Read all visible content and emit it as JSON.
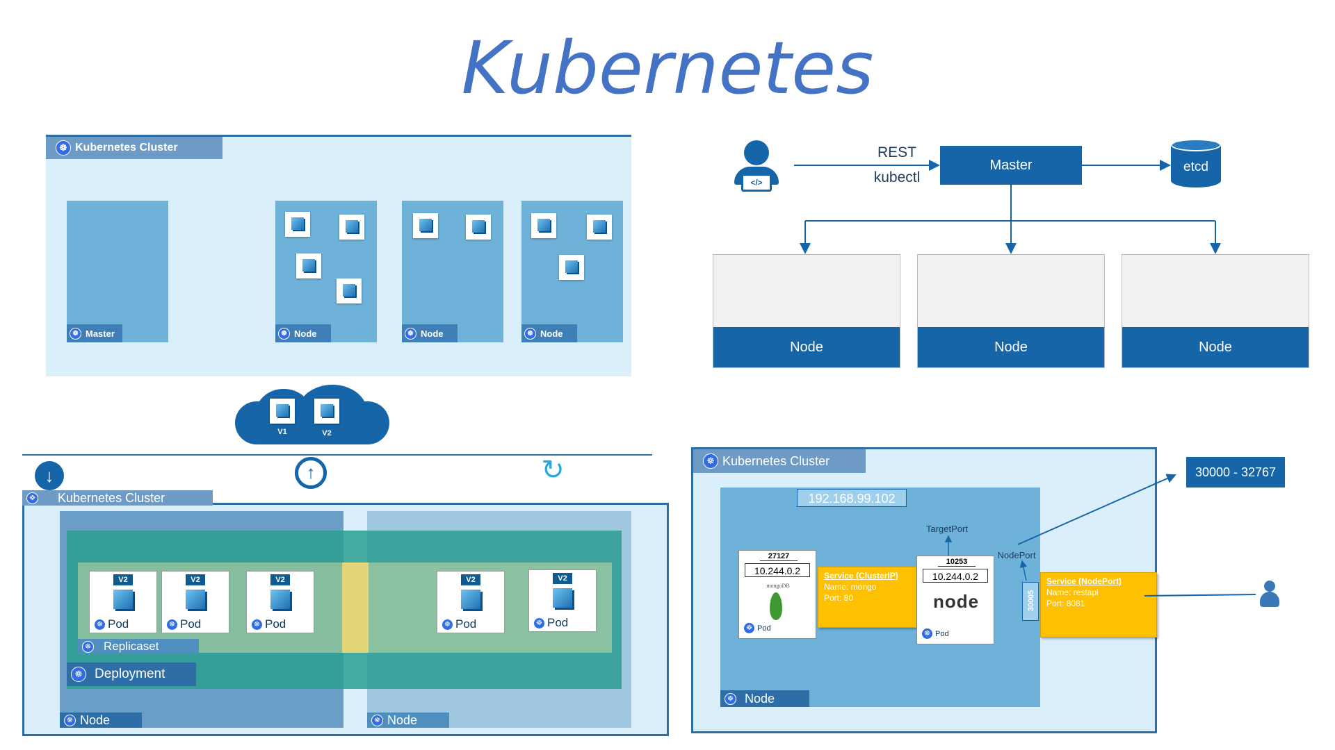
{
  "title": "Kubernetes",
  "top_left": {
    "cluster_label": "Kubernetes Cluster",
    "master_label": "Master",
    "node_label": "Node"
  },
  "top_right": {
    "rest_label": "REST",
    "kubectl_label": "kubectl",
    "master_label": "Master",
    "etcd_label": "etcd",
    "node_labels": [
      "Node",
      "Node",
      "Node"
    ],
    "user_icon": "developer-icon"
  },
  "cloud": {
    "versions": [
      "V1",
      "V2"
    ]
  },
  "bottom_left": {
    "cluster_label": "Kubernetes Cluster",
    "pod_version": "V2",
    "pod_label": "Pod",
    "replicaset_label": "Replicaset",
    "deployment_label": "Deployment",
    "node_label": "Node",
    "icons": [
      "download-icon",
      "upgrade-icon",
      "rollback-icon"
    ],
    "colors": {
      "deployment": "#2a9d8f",
      "replicaset": "#c8d9a6",
      "node": "#6a9ec6"
    }
  },
  "bottom_right": {
    "cluster_label": "Kubernetes Cluster",
    "node_ip": "192.168.99.102",
    "range": "30000 - 32767",
    "target_port_label": "TargetPort",
    "node_port_label": "NodePort",
    "node_port_value": "30005",
    "mongo_pod": {
      "port": "27127",
      "ip": "10.244.0.2",
      "logo": "mongoDB",
      "label": "Pod"
    },
    "node_pod": {
      "port": "10253",
      "ip": "10.244.0.2",
      "logo": "node",
      "label": "Pod"
    },
    "svc_cluster": {
      "title": "Service (ClusterIP)",
      "name": "Name: mongo",
      "port": "Port: 80"
    },
    "svc_nodeport": {
      "title": "Service (NodePort)",
      "name": "Name: restapi",
      "port": "Port: 8081"
    },
    "node_label": "Node"
  }
}
